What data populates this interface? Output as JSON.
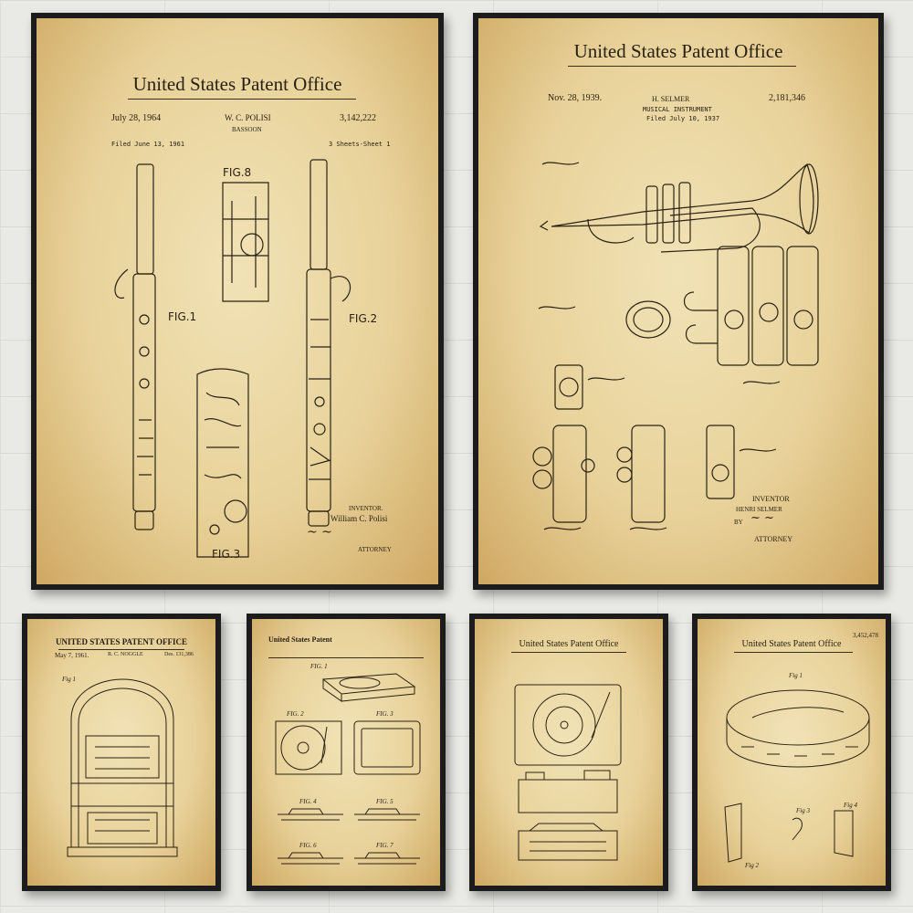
{
  "posters": {
    "bassoon": {
      "office": "United States Patent Office",
      "date": "July 28, 1964",
      "inventor_short": "W. C. POLISI",
      "number": "3,142,222",
      "subject": "BASSOON",
      "filed": "Filed June 13, 1961",
      "sheets": "3 Sheets-Sheet 1",
      "fig1": "FIG.1",
      "fig2": "FIG.2",
      "fig3": "FIG.3",
      "fig8": "FIG.8",
      "inventor_label": "INVENTOR.",
      "inventor_full": "William C. Polisi",
      "attorney": "ATTORNEY"
    },
    "trumpet": {
      "office": "United States Patent Office",
      "date": "Nov. 28, 1939.",
      "inventor_short": "H. SELMER",
      "number": "2,181,346",
      "subject": "MUSICAL INSTRUMENT",
      "filed": "Filed July 10, 1937",
      "inventor_label": "INVENTOR",
      "inventor_full": "HENRI SELMER",
      "by": "BY",
      "attorney": "ATTORNEY"
    },
    "jukebox": {
      "office": "UNITED STATES PATENT OFFICE",
      "date": "May 7, 1961.",
      "inventor_short": "R. C. NOGGLE",
      "number": "Des. 131,386",
      "fig": "Fig 1"
    },
    "turntable": {
      "office": "United States Patent",
      "fig1": "FIG. 1",
      "fig2": "FIG. 2",
      "fig3": "FIG. 3",
      "fig4": "FIG. 4",
      "fig5": "FIG. 5",
      "fig6": "FIG. 6",
      "fig7": "FIG. 7"
    },
    "phonograph": {
      "office": "United States Patent Office"
    },
    "tambourine": {
      "office": "United States Patent Office",
      "number": "3,452,478",
      "fig1": "Fig 1",
      "fig2": "Fig 2",
      "fig3": "Fig 3",
      "fig4": "Fig 4"
    }
  },
  "colors": {
    "paper": "#e8d29a",
    "ink": "#2a2114",
    "frame": "#1c1c1c",
    "wall": "#e9e9e6"
  }
}
